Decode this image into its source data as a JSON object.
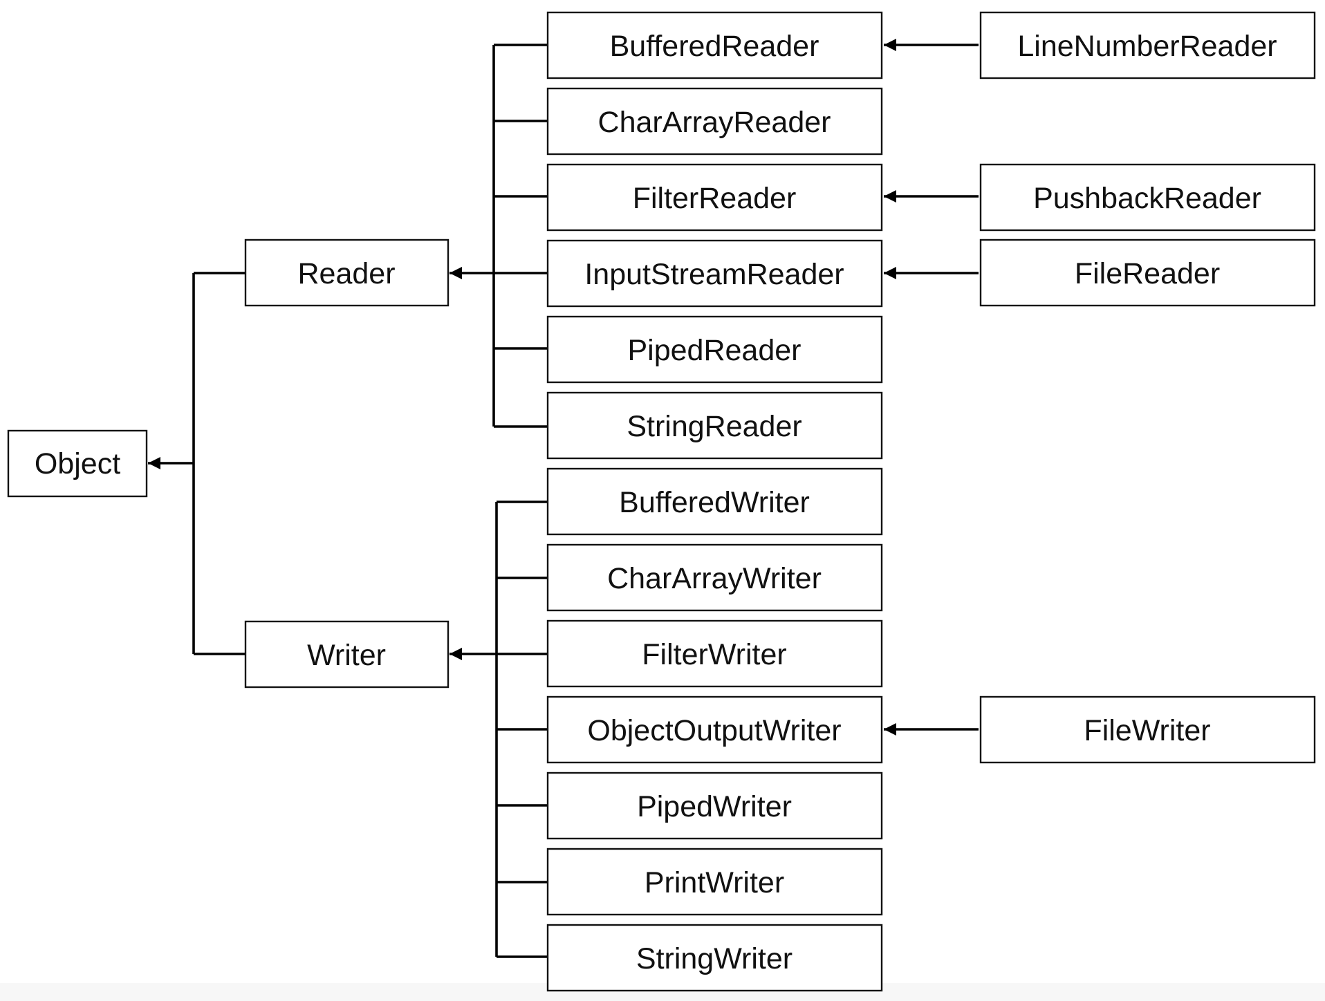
{
  "diagram": {
    "nodes": {
      "object": "Object",
      "reader": "Reader",
      "writer": "Writer",
      "buffered_reader": "BufferedReader",
      "char_array_reader": "CharArrayReader",
      "filter_reader": "FilterReader",
      "input_stream_reader": "InputStreamReader",
      "piped_reader": "PipedReader",
      "string_reader": "StringReader",
      "line_number_reader": "LineNumberReader",
      "pushback_reader": "PushbackReader",
      "file_reader": "FileReader",
      "buffered_writer": "BufferedWriter",
      "char_array_writer": "CharArrayWriter",
      "filter_writer": "FilterWriter",
      "object_output_writer": "ObjectOutputWriter",
      "piped_writer": "PipedWriter",
      "print_writer": "PrintWriter",
      "string_writer": "StringWriter",
      "file_writer": "FileWriter"
    },
    "edges": [
      {
        "from": "reader",
        "to": "object"
      },
      {
        "from": "writer",
        "to": "object"
      },
      {
        "from": "buffered_reader",
        "to": "reader"
      },
      {
        "from": "char_array_reader",
        "to": "reader"
      },
      {
        "from": "filter_reader",
        "to": "reader"
      },
      {
        "from": "input_stream_reader",
        "to": "reader"
      },
      {
        "from": "piped_reader",
        "to": "reader"
      },
      {
        "from": "string_reader",
        "to": "reader"
      },
      {
        "from": "line_number_reader",
        "to": "buffered_reader"
      },
      {
        "from": "pushback_reader",
        "to": "filter_reader"
      },
      {
        "from": "file_reader",
        "to": "input_stream_reader"
      },
      {
        "from": "buffered_writer",
        "to": "writer"
      },
      {
        "from": "char_array_writer",
        "to": "writer"
      },
      {
        "from": "filter_writer",
        "to": "writer"
      },
      {
        "from": "object_output_writer",
        "to": "writer"
      },
      {
        "from": "piped_writer",
        "to": "writer"
      },
      {
        "from": "print_writer",
        "to": "writer"
      },
      {
        "from": "string_writer",
        "to": "writer"
      },
      {
        "from": "file_writer",
        "to": "object_output_writer"
      }
    ]
  }
}
